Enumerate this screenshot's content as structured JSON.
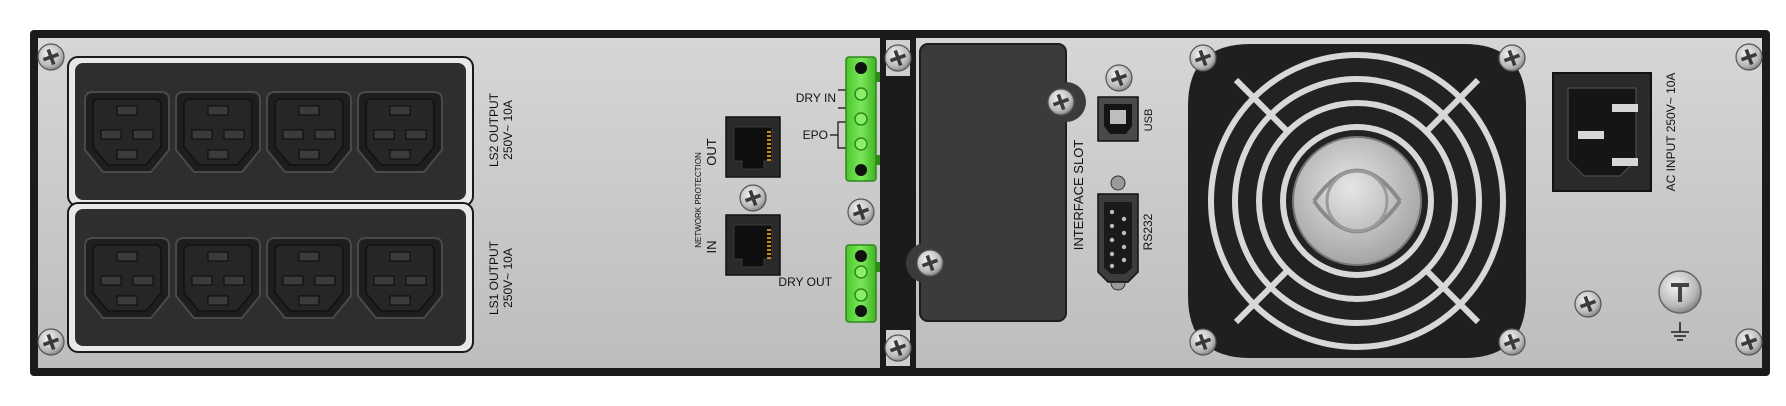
{
  "labels": {
    "ls2_output_line1": "LS2 OUTPUT",
    "ls2_output_line2": "250V~ 10A",
    "ls1_output_line1": "LS1 OUTPUT",
    "ls1_output_line2": "250V~ 10A",
    "network_protection": "NETWORK PROTECTION",
    "net_out": "OUT",
    "net_in": "IN",
    "dry_in": "DRY IN",
    "epo": "EPO",
    "dry_out": "DRY OUT",
    "interface_slot": "INTERFACE SLOT",
    "usb": "USB",
    "rs232": "RS232",
    "ac_input": "AC INPUT 250V~ 10A"
  },
  "colors": {
    "chassis": "#1c1c1c",
    "panel": "#c9c9c9",
    "outlet_group": "#303030",
    "outlet": "#222222",
    "terminal_green": "#5fd83a",
    "slot_cover": "#3a3a3a"
  },
  "icons": {
    "screw": "phillips-screw-icon",
    "ground": "earth-ground-icon"
  }
}
